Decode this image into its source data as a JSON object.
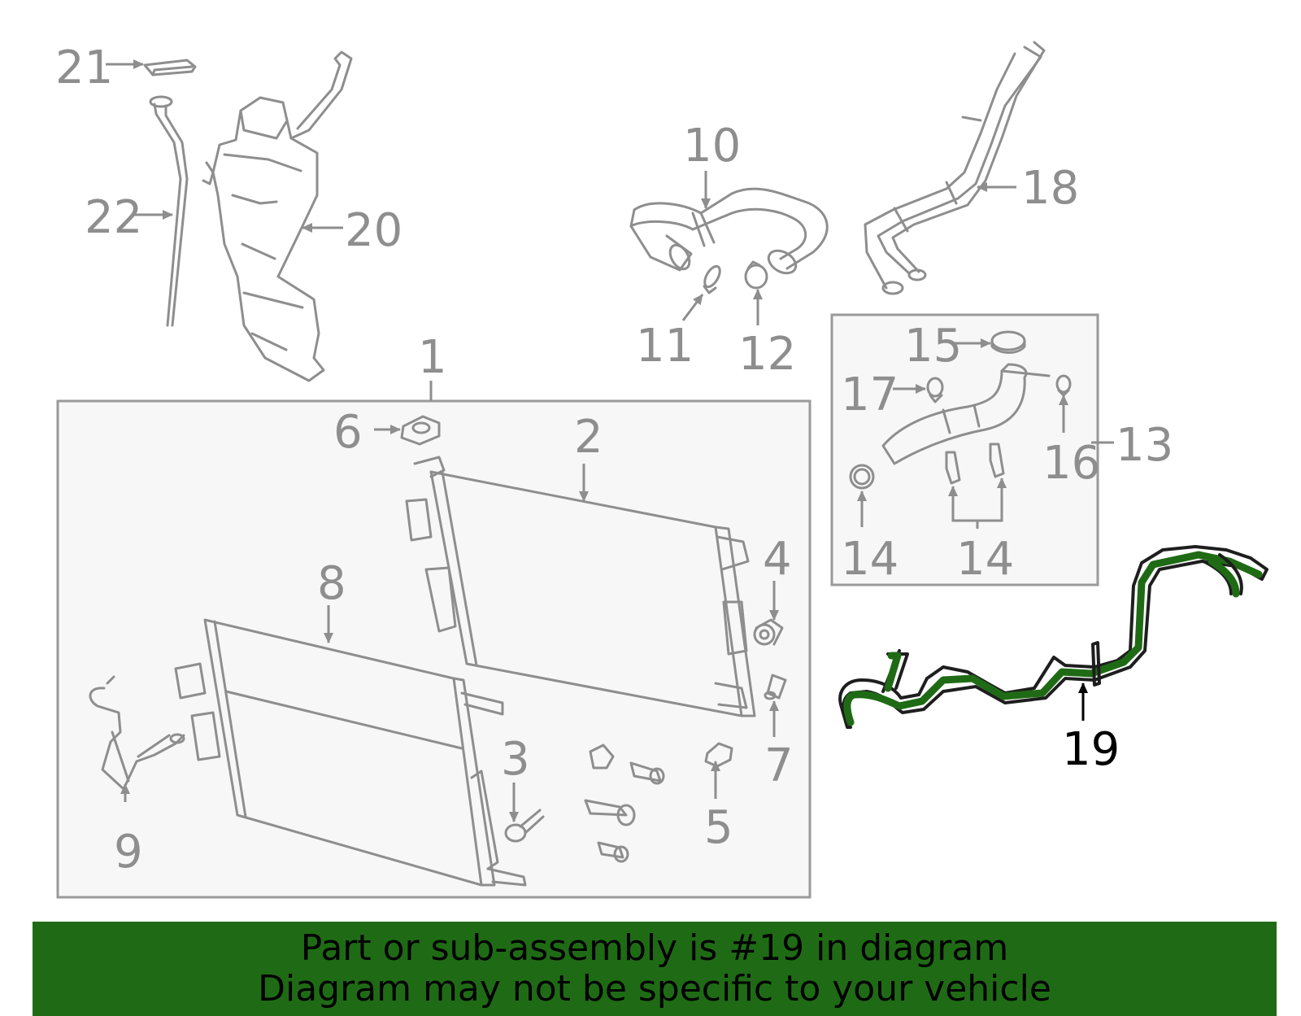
{
  "labels": {
    "l1": "1",
    "l2": "2",
    "l3": "3",
    "l4": "4",
    "l5": "5",
    "l6": "6",
    "l7": "7",
    "l8": "8",
    "l9": "9",
    "l10": "10",
    "l11": "11",
    "l12": "12",
    "l13": "13",
    "l14a": "14",
    "l14b": "14",
    "l15": "15",
    "l16": "16",
    "l17": "17",
    "l18": "18",
    "l19": "19",
    "l20": "20",
    "l21": "21",
    "l22": "22"
  },
  "highlighted_part": "19",
  "colors": {
    "highlight": "#1f6b15",
    "parts": "#8e8e8e",
    "box_fill": "#f7f7f7"
  },
  "banner": {
    "line1": "Part or sub-assembly is #19 in diagram",
    "line2": "Diagram may not be specific to your vehicle"
  }
}
